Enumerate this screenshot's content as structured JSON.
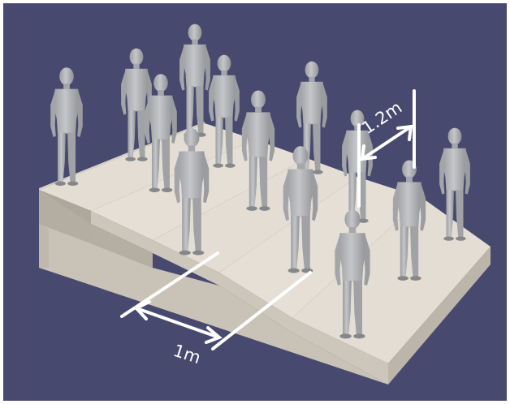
{
  "colors": {
    "background": "#47496e",
    "frame": "#ffffff",
    "step_top": "#e3ddd3",
    "step_front": "#cdc6bb",
    "step_side": "#aea79b",
    "figure": "#b3b5b8",
    "figure_dark": "#8a8c8f",
    "annotation": "#ffffff"
  },
  "annotations": {
    "step_depth_label": "1m",
    "spacing_label": "1.2m"
  },
  "icons": {
    "person": "standing-human-figure",
    "arrow": "double-headed-dimension-arrow"
  }
}
